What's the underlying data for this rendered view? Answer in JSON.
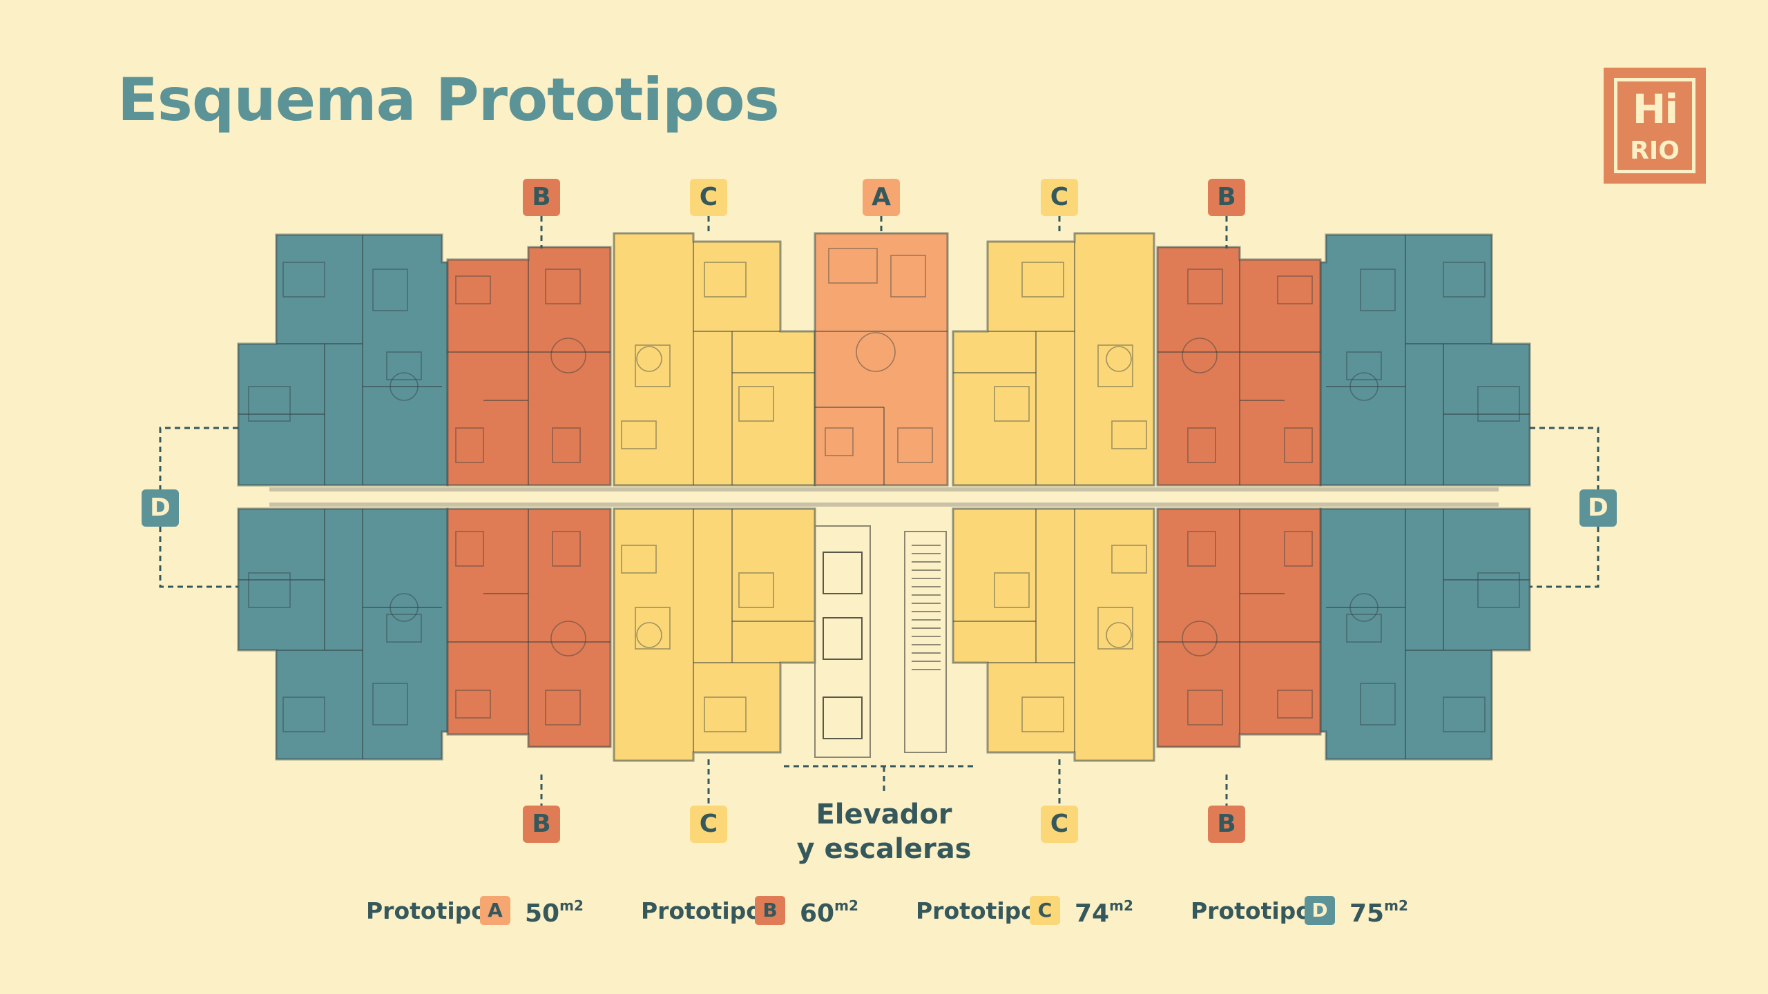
{
  "title": "Esquema Prototipos",
  "logo": {
    "line1": "Hi",
    "line2": "RIO"
  },
  "colors": {
    "background": "#fcf0c6",
    "A": "#f6a671",
    "B": "#df7c55",
    "C": "#fbd778",
    "D": "#5c9399",
    "text": "#35585c"
  },
  "badges": {
    "A": "A",
    "B": "B",
    "C": "C",
    "D": "D"
  },
  "core_label": {
    "line1": "Elevador",
    "line2": "y escaleras"
  },
  "legend": [
    {
      "label": "Prototipo",
      "badge": "A",
      "area": "50",
      "unit": "m2"
    },
    {
      "label": "Prototipo",
      "badge": "B",
      "area": "60",
      "unit": "m2"
    },
    {
      "label": "Prototipo",
      "badge": "C",
      "area": "74",
      "unit": "m2"
    },
    {
      "label": "Prototipo",
      "badge": "D",
      "area": "75",
      "unit": "m2"
    }
  ]
}
